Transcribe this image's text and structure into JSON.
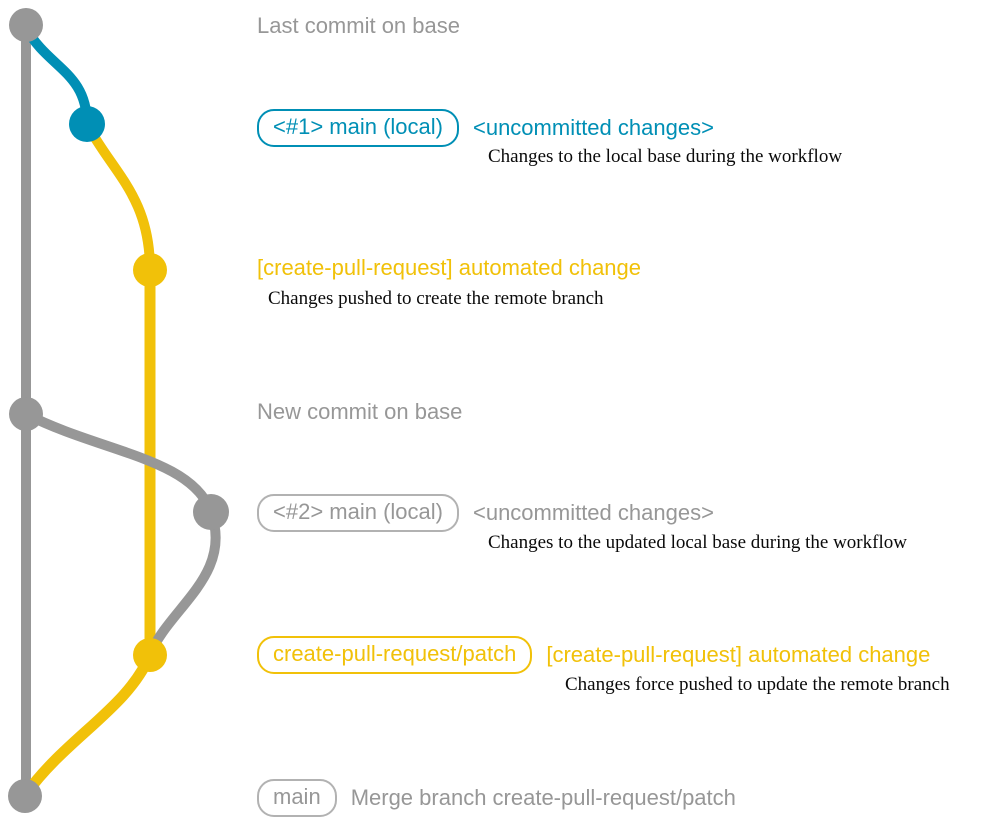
{
  "colors": {
    "gray": "#979797",
    "gray_border": "#b2b2b2",
    "blue": "#008fb5",
    "yellow": "#f1c109",
    "note": "#0a0a0a",
    "background": "#ffffff"
  },
  "captions": {
    "last_commit": "Last commit on base",
    "new_commit": "New commit on base"
  },
  "rows": {
    "main_local_1": {
      "badge": "<#1> main (local)",
      "message": "<uncommitted changes>",
      "note": "Changes to the local base during the workflow"
    },
    "patch_create": {
      "message": "[create-pull-request] automated change",
      "note": "Changes pushed to create the remote branch"
    },
    "main_local_2": {
      "badge": "<#2> main (local)",
      "message": "<uncommitted changes>",
      "note": "Changes to the updated local base during the workflow"
    },
    "patch_update": {
      "badge": "create-pull-request/patch",
      "message": "[create-pull-request] automated change",
      "note": "Changes force pushed to update the remote branch"
    },
    "merge": {
      "badge": "main",
      "message": "Merge branch create-pull-request/patch"
    }
  }
}
